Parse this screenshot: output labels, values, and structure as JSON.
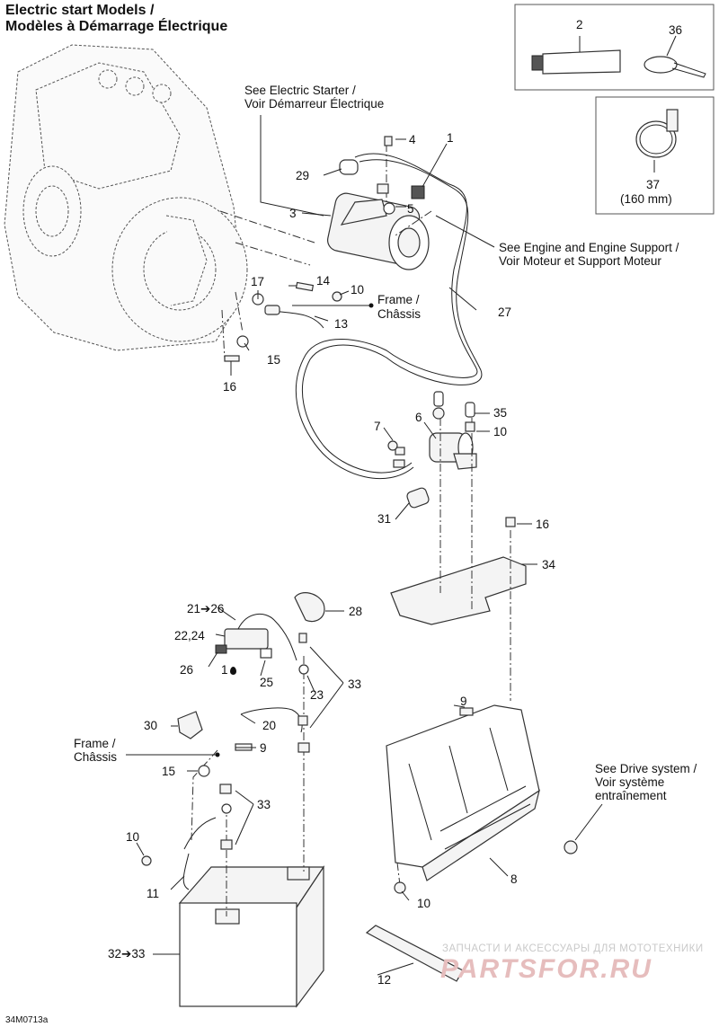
{
  "title_en": "Electric start Models /",
  "title_fr": "Modèles à Démarrage Électrique",
  "drawing_code": "34M0713a",
  "notes": {
    "starter_en": "See Electric Starter /",
    "starter_fr": "Voir Démarreur Électrique",
    "engine_en": "See Engine and Engine Support /",
    "engine_fr": "Voir Moteur et Support Moteur",
    "frame1_en": "Frame /",
    "frame1_fr": "Châssis",
    "frame2_en": "Frame /",
    "frame2_fr": "Châssis",
    "drive_en": "See Drive system /",
    "drive_fr1": "Voir système",
    "drive_fr2": "entraînement"
  },
  "inset_size": "(160 mm)",
  "callouts": {
    "c1a": "1",
    "c2": "2",
    "c3": "3",
    "c4": "4",
    "c5": "5",
    "c6": "6",
    "c7": "7",
    "c8": "8",
    "c9a": "9",
    "c9b": "9",
    "c10a": "10",
    "c10b": "10",
    "c10c": "10",
    "c10d": "10",
    "c11": "11",
    "c12": "12",
    "c13": "13",
    "c14": "14",
    "c15a": "15",
    "c15b": "15",
    "c16a": "16",
    "c16b": "16",
    "c17": "17",
    "c20": "20",
    "c21_26": "21➔26",
    "c22_24": "22,24",
    "c23": "23",
    "c25": "25",
    "c26": "26",
    "c27": "27",
    "c28": "28",
    "c29": "29",
    "c30": "30",
    "c31": "31",
    "c32_33": "32➔33",
    "c33a": "33",
    "c33b": "33",
    "c34": "34",
    "c35": "35",
    "c36": "36",
    "c37": "37",
    "c1b": "1"
  },
  "watermark_text": "ЗАПЧАСТИ И АКСЕССУАРЫ ДЛЯ МОТОТЕХНИКИ",
  "watermark_logo": "PARTSFOR.RU",
  "colors": {
    "line": "#222222",
    "watermark_text": "#c9c9c9",
    "watermark_logo": "#e6bdbd"
  },
  "icons": {
    "lubricant": "drop-icon"
  }
}
